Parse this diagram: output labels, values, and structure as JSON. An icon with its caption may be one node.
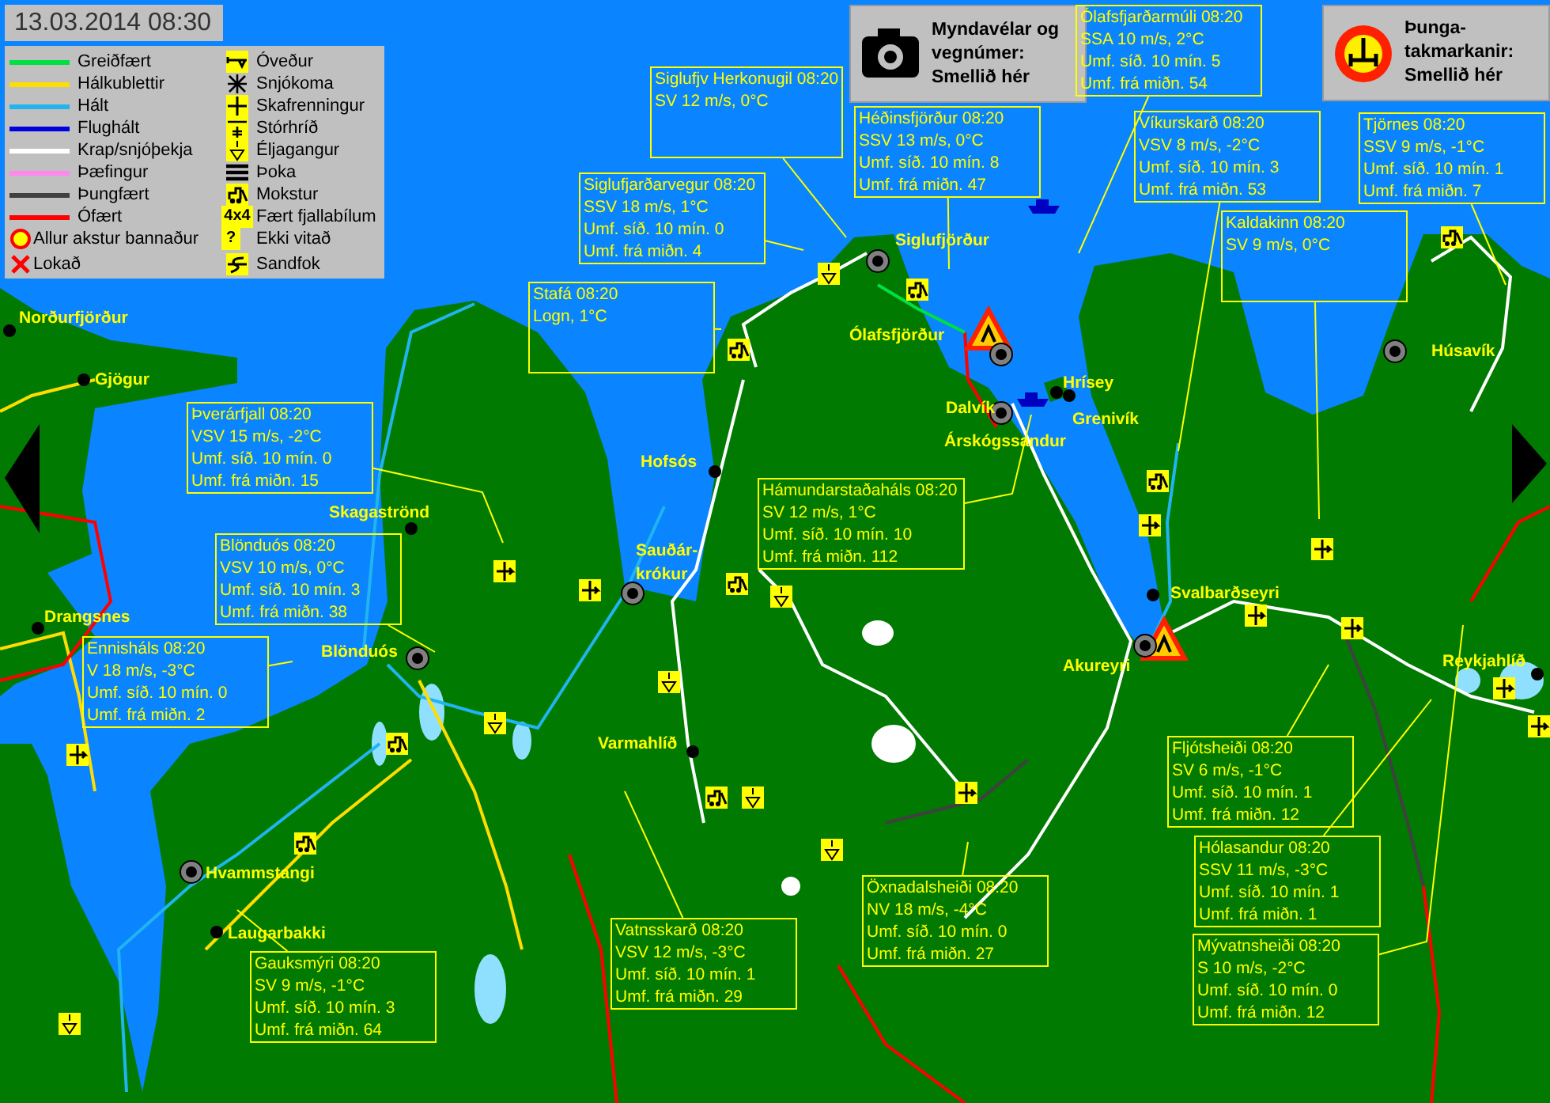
{
  "diagram": {
    "title": "13.03.2014 08:30",
    "nodes": [
      {
        "text": [
          "Myndavélar og vegnúmer: Smellið hér"
        ]
      },
      {
        "text": [
          "Þunga- takmarkanir: Smellið hér"
        ]
      },
      {
        "text": [
          "Siglufjv Herkonugil 08:20",
          "SV 12 m/s, 0°C"
        ]
      },
      {
        "text": [
          "Héðinsfjörður 08:20",
          "SSV 13 m/s, 0°C",
          "Umf. síð. 10 mín. 8",
          "Umf. frá miðn. 47"
        ]
      },
      {
        "text": [
          "Ólafsfjarðarmúli 08:20",
          "SSA 10 m/s, 2°C",
          "Umf. síð. 10 mín. 5",
          "Umf. frá miðn. 54"
        ]
      },
      {
        "text": [
          "Víkurskarð 08:20",
          "VSV 8 m/s, -2°C",
          "Umf. síð. 10 mín. 3",
          "Umf. frá miðn. 53"
        ]
      },
      {
        "text": [
          "Tjörnes 08:20",
          "SSV 9 m/s, -1°C",
          "Umf. síð. 10 mín. 1",
          "Umf. frá miðn. 7"
        ]
      },
      {
        "text": [
          "Siglufjarðarvegur 08:20",
          "SSV 18 m/s, 1°C",
          "Umf. síð. 10 mín. 0",
          "Umf. frá miðn. 4"
        ]
      },
      {
        "text": [
          "Kaldakinn 08:20",
          "SV 9 m/s, 0°C"
        ]
      },
      {
        "text": [
          "Stafá 08:20",
          "Logn, 1°C"
        ]
      },
      {
        "text": [
          "Þverárfjall 08:20",
          "VSV 15 m/s, -2°C",
          "Umf. síð. 10 mín. 0",
          "Umf. frá miðn. 15"
        ]
      },
      {
        "text": [
          "Hámundarstaðaháls 08:20",
          "SV 12 m/s, 1°C",
          "Umf. síð. 10 mín. 10",
          "Umf. frá miðn. 112"
        ]
      },
      {
        "text": [
          "Blönduós 08:20",
          "VSV 10 m/s, 0°C",
          "Umf. síð. 10 mín. 3",
          "Umf. frá miðn. 38"
        ]
      },
      {
        "text": [
          "Ennisháls 08:20",
          "V 18 m/s, -3°C",
          "Umf. síð. 10 mín. 0",
          "Umf. frá miðn. 2"
        ]
      },
      {
        "text": [
          "Fljótsheiði 08:20",
          "SV 6 m/s, -1°C",
          "Umf. síð. 10 mín. 1",
          "Umf. frá miðn. 12"
        ]
      },
      {
        "text": [
          "Hólasandur 08:20",
          "SSV 11 m/s, -3°C",
          "Umf. síð. 10 mín. 1",
          "Umf. frá miðn. 1"
        ]
      },
      {
        "text": [
          "Öxnadalsheiði 08:20",
          "NV 18 m/s, -4°C",
          "Umf. síð. 10 mín. 0",
          "Umf. frá miðn. 27"
        ]
      },
      {
        "text": [
          "Vatnsskarð 08:20",
          "VSV 12 m/s, -3°C",
          "Umf. síð. 10 mín. 1",
          "Umf. frá miðn. 29"
        ]
      },
      {
        "text": [
          "Mývatnsheiði 08:20",
          "S 10 m/s, -2°C",
          "Umf. síð. 10 mín. 0",
          "Umf. frá miðn. 12"
        ]
      },
      {
        "text": [
          "Gauksmýri 08:20",
          "SV 9 m/s, -1°C",
          "Umf. síð. 10 mín. 3",
          "Umf. frá miðn. 64"
        ]
      }
    ],
    "edges": [
      {
        "from": 2,
        "to": null,
        "arrow": "none"
      },
      {
        "from": 3,
        "to": null,
        "arrow": "none"
      },
      {
        "from": 4,
        "to": null,
        "arrow": "none"
      },
      {
        "from": 5,
        "to": null,
        "arrow": "none"
      },
      {
        "from": 6,
        "to": null,
        "arrow": "none"
      },
      {
        "from": 7,
        "to": null,
        "arrow": "none"
      },
      {
        "from": 8,
        "to": null,
        "arrow": "none"
      },
      {
        "from": 9,
        "to": null,
        "arrow": "none"
      },
      {
        "from": 10,
        "to": null,
        "arrow": "none"
      },
      {
        "from": 11,
        "to": null,
        "arrow": "none"
      },
      {
        "from": 12,
        "to": null,
        "arrow": "none"
      },
      {
        "from": 13,
        "to": null,
        "arrow": "none"
      },
      {
        "from": 14,
        "to": null,
        "arrow": "none"
      },
      {
        "from": 15,
        "to": null,
        "arrow": "none"
      },
      {
        "from": 16,
        "to": null,
        "arrow": "none"
      },
      {
        "from": 17,
        "to": null,
        "arrow": "none"
      },
      {
        "from": 18,
        "to": null,
        "arrow": "none"
      },
      {
        "from": 19,
        "to": null,
        "arrow": "none"
      }
    ],
    "labels": [
      "Siglufjörður",
      "Ólafsfjörður",
      "Dalvík",
      "Hrísey",
      "Árskógssandur",
      "Grenivík",
      "Húsavík",
      "Norðurfjörður",
      "Gjögur",
      "Hofsós",
      "Skagaströnd",
      "Sauðár- krókur",
      "Svalbarðseyri",
      "Drangsnes",
      "Blönduós",
      "Akureyri",
      "Reykjahlíð",
      "Varmahlíð",
      "Hvammstangi",
      "Laugarbakki",
      "4x4",
      "?"
    ],
    "legend": [
      {
        "text": "Greiðfært",
        "color": "#00e040"
      },
      {
        "text": "Hálkublettir",
        "color": "#ffdd00"
      },
      {
        "text": "Hált",
        "color": "#20b4f0"
      },
      {
        "text": "Flughált",
        "color": "#0000e0"
      },
      {
        "text": "Krap/snjóþekja",
        "color": "#ffffff"
      },
      {
        "text": "Þæfingur",
        "color": "#ff88ee"
      },
      {
        "text": "Þungfært",
        "color": "#404040"
      },
      {
        "text": "Ófært",
        "color": "#ff0000"
      },
      {
        "text": "Allur akstur bannaður"
      },
      {
        "text": "Lokað"
      },
      {
        "text": "Óveður"
      },
      {
        "text": "Snjókoma"
      },
      {
        "text": "Skafrenningur"
      },
      {
        "text": "Stórhríð"
      },
      {
        "text": "Éljagangur"
      },
      {
        "text": "Þoka"
      },
      {
        "text": "Mokstur"
      },
      {
        "text": "Fært fjallabílum"
      },
      {
        "text": "Ekki vitað"
      },
      {
        "text": "Sandfok"
      }
    ]
  }
}
